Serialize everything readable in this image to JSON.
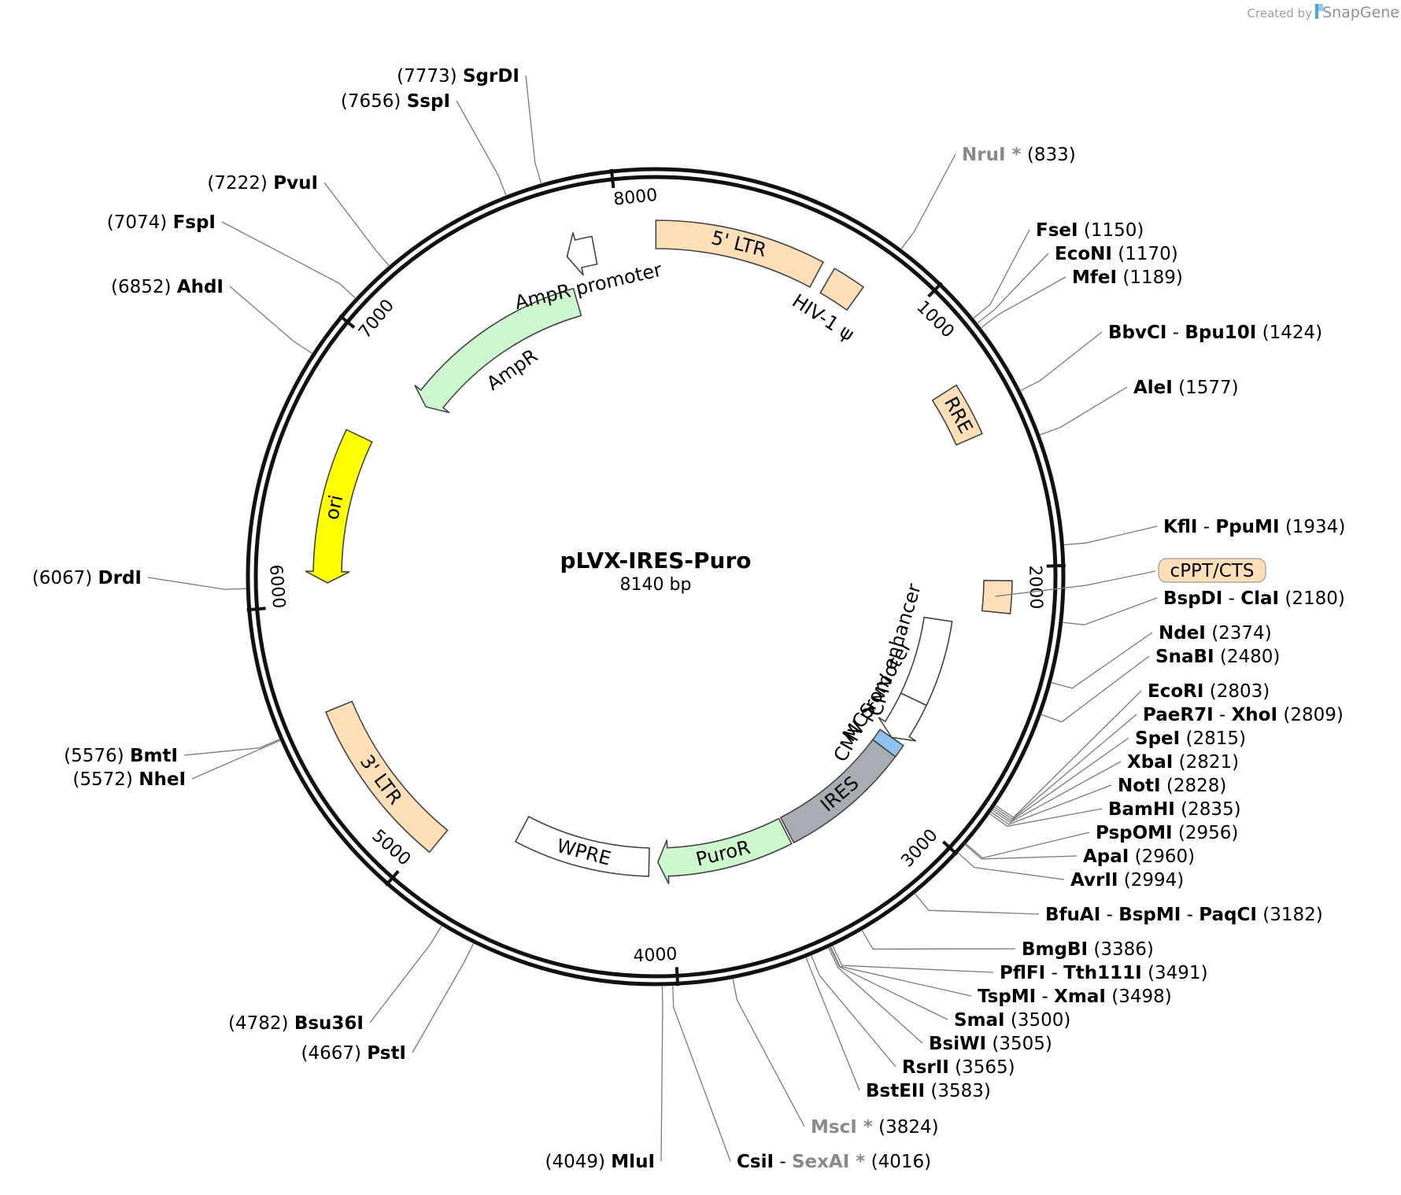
{
  "brand": {
    "created_by": "Created by",
    "app_name": "SnapGene"
  },
  "plasmid": {
    "name": "pLVX-IRES-Puro",
    "length_label": "8140 bp"
  },
  "chart_data": {
    "type": "plasmid-map",
    "total_bp": 8140,
    "ticks": [
      {
        "bp": 1000,
        "label": "1000"
      },
      {
        "bp": 2000,
        "label": "2000"
      },
      {
        "bp": 3000,
        "label": "3000"
      },
      {
        "bp": 4000,
        "label": "4000"
      },
      {
        "bp": 5000,
        "label": "5000"
      },
      {
        "bp": 6000,
        "label": "6000"
      },
      {
        "bp": 7000,
        "label": "7000"
      },
      {
        "bp": 8000,
        "label": "8000"
      }
    ],
    "features": [
      {
        "name": "5' LTR",
        "start": 1,
        "end": 634,
        "color": "#ffdfb8",
        "arrow": "none"
      },
      {
        "name": "HIV-1 ψ",
        "start": 681,
        "end": 806,
        "color": "#ffdfb8",
        "arrow": "none"
      },
      {
        "name": "RRE",
        "start": 1300,
        "end": 1500,
        "color": "#ffdfb8",
        "arrow": "none"
      },
      {
        "name": "cPPT/CTS",
        "start": 2050,
        "end": 2170,
        "color": "#ffdfb8",
        "arrow": "none"
      },
      {
        "name": "CMV enhancer",
        "start": 2230,
        "end": 2610,
        "color": "#ffffff",
        "arrow": "none"
      },
      {
        "name": "CMV promoter",
        "start": 2610,
        "end": 2810,
        "color": "#ffffff",
        "arrow": "forward"
      },
      {
        "name": "MCS",
        "start": 2810,
        "end": 2870,
        "color": "#8ec2ef",
        "arrow": "none"
      },
      {
        "name": "IRES",
        "start": 2870,
        "end": 3450,
        "color": "#a8acb3",
        "arrow": "none"
      },
      {
        "name": "PuroR",
        "start": 3460,
        "end": 4060,
        "color": "#cdf8cd",
        "arrow": "forward"
      },
      {
        "name": "WPRE",
        "start": 4100,
        "end": 4700,
        "color": "#ffffff",
        "arrow": "none"
      },
      {
        "name": "3' LTR",
        "start": 4960,
        "end": 5600,
        "color": "#ffdfb8",
        "arrow": "none"
      },
      {
        "name": "ori",
        "start": 6080,
        "end": 6680,
        "color": "#ffff00",
        "arrow": "reverse"
      },
      {
        "name": "AmpR",
        "start": 6930,
        "end": 7780,
        "color": "#cdf8cd",
        "arrow": "reverse"
      },
      {
        "name": "AmpR promoter",
        "start": 7790,
        "end": 7900,
        "color": "#ffffff",
        "arrow": "reverse"
      }
    ],
    "sites": [
      {
        "enzymes": [
          "NruI *"
        ],
        "position": "(833)",
        "grey": [
          true
        ]
      },
      {
        "enzymes": [
          "FseI"
        ],
        "position": "(1150)"
      },
      {
        "enzymes": [
          "EcoNI"
        ],
        "position": "(1170)"
      },
      {
        "enzymes": [
          "MfeI"
        ],
        "position": "(1189)"
      },
      {
        "enzymes": [
          "BbvCI",
          "Bpu10I"
        ],
        "position": "(1424)"
      },
      {
        "enzymes": [
          "AleI"
        ],
        "position": "(1577)"
      },
      {
        "enzymes": [
          "KflI",
          "PpuMI"
        ],
        "position": "(1934)"
      },
      {
        "enzymes": [
          "BspDI",
          "ClaI"
        ],
        "position": "(2180)"
      },
      {
        "enzymes": [
          "NdeI"
        ],
        "position": "(2374)"
      },
      {
        "enzymes": [
          "SnaBI"
        ],
        "position": "(2480)"
      },
      {
        "enzymes": [
          "EcoRI"
        ],
        "position": "(2803)"
      },
      {
        "enzymes": [
          "PaeR7I",
          "XhoI"
        ],
        "position": "(2809)"
      },
      {
        "enzymes": [
          "SpeI"
        ],
        "position": "(2815)"
      },
      {
        "enzymes": [
          "XbaI"
        ],
        "position": "(2821)"
      },
      {
        "enzymes": [
          "NotI"
        ],
        "position": "(2828)"
      },
      {
        "enzymes": [
          "BamHI"
        ],
        "position": "(2835)"
      },
      {
        "enzymes": [
          "PspOMI"
        ],
        "position": "(2956)"
      },
      {
        "enzymes": [
          "ApaI"
        ],
        "position": "(2960)"
      },
      {
        "enzymes": [
          "AvrII"
        ],
        "position": "(2994)"
      },
      {
        "enzymes": [
          "BfuAI",
          "BspMI",
          "PaqCI"
        ],
        "position": "(3182)"
      },
      {
        "enzymes": [
          "BmgBI"
        ],
        "position": "(3386)"
      },
      {
        "enzymes": [
          "PflFI",
          "Tth111I"
        ],
        "position": "(3491)"
      },
      {
        "enzymes": [
          "TspMI",
          "XmaI"
        ],
        "position": "(3498)"
      },
      {
        "enzymes": [
          "SmaI"
        ],
        "position": "(3500)"
      },
      {
        "enzymes": [
          "BsiWI"
        ],
        "position": "(3505)"
      },
      {
        "enzymes": [
          "RsrII"
        ],
        "position": "(3565)"
      },
      {
        "enzymes": [
          "BstEII"
        ],
        "position": "(3583)"
      },
      {
        "enzymes": [
          "MscI *"
        ],
        "position": "(3824)",
        "grey": [
          true
        ]
      },
      {
        "enzymes": [
          "CsiI",
          "SexAI *"
        ],
        "position": "(4016)",
        "grey": [
          false,
          true
        ]
      },
      {
        "enzymes": [
          "MluI"
        ],
        "position": "(4049)"
      },
      {
        "enzymes": [
          "PstI"
        ],
        "position": "(4667)"
      },
      {
        "enzymes": [
          "Bsu36I"
        ],
        "position": "(4782)"
      },
      {
        "enzymes": [
          "NheI"
        ],
        "position": "(5572)"
      },
      {
        "enzymes": [
          "BmtI"
        ],
        "position": "(5576)"
      },
      {
        "enzymes": [
          "DrdI"
        ],
        "position": "(6067)"
      },
      {
        "enzymes": [
          "AhdI"
        ],
        "position": "(6852)"
      },
      {
        "enzymes": [
          "FspI"
        ],
        "position": "(7074)"
      },
      {
        "enzymes": [
          "PvuI"
        ],
        "position": "(7222)"
      },
      {
        "enzymes": [
          "SspI"
        ],
        "position": "(7656)"
      },
      {
        "enzymes": [
          "SgrDI"
        ],
        "position": "(7773)"
      }
    ]
  }
}
